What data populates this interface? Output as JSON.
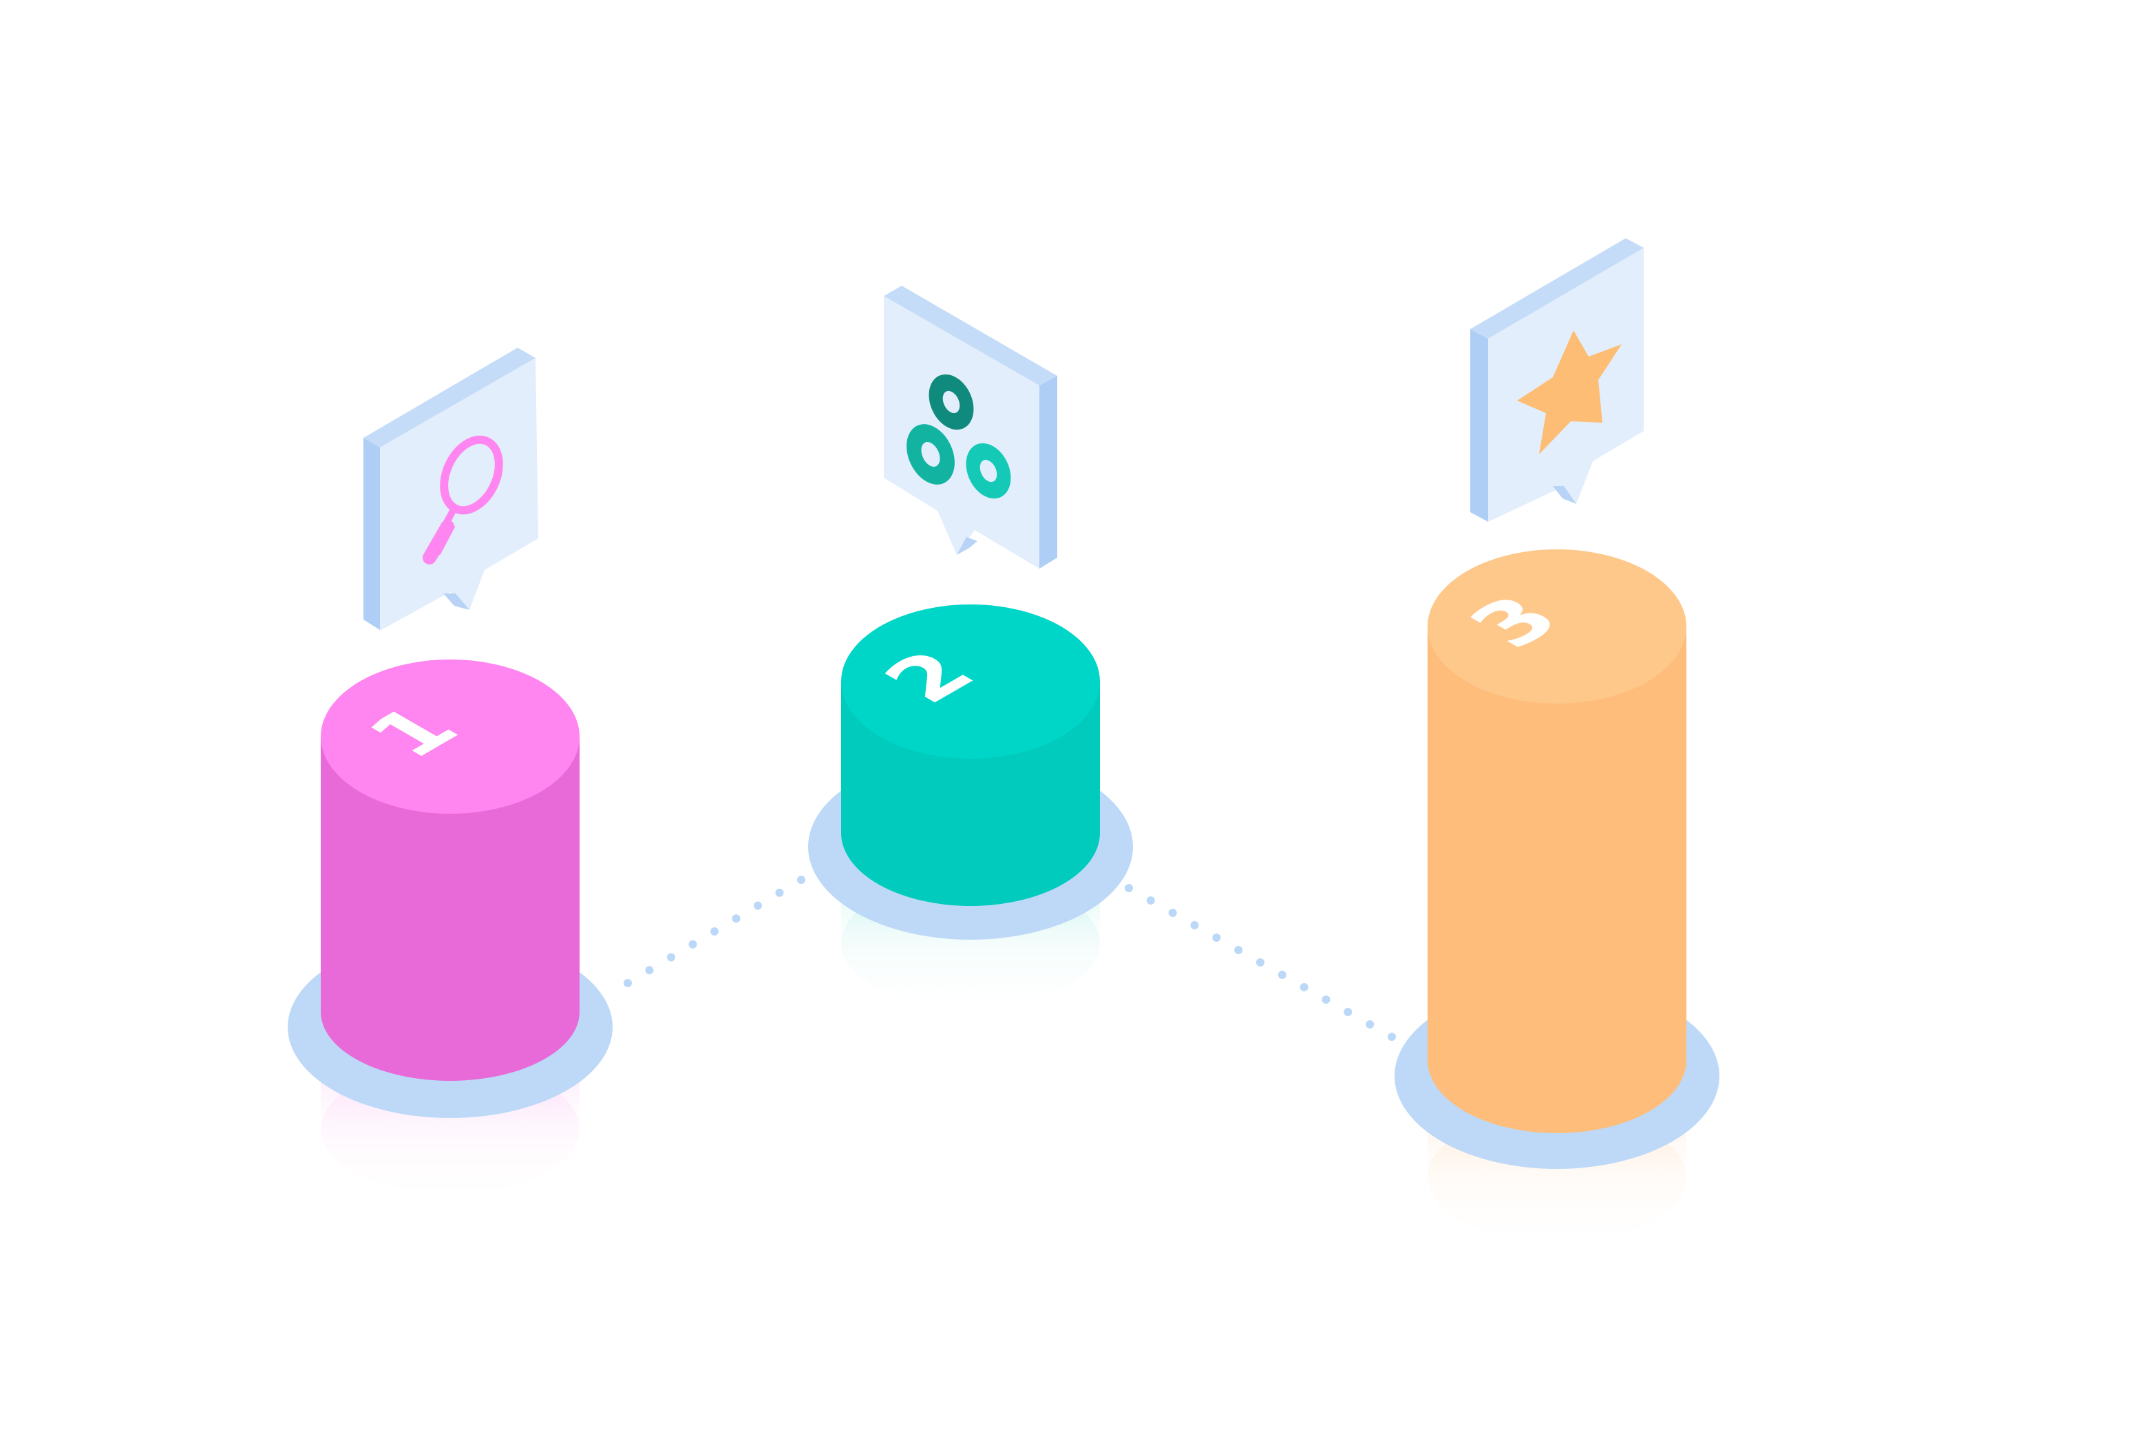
{
  "diagram": {
    "type": "isometric-three-step-process",
    "connector_color": "#bcd8f8",
    "steps": [
      {
        "id": "step-1",
        "number": "1",
        "icon": "magnifying-glass-icon",
        "body_color": "#e86ad9",
        "top_color": "#ff86f0",
        "icon_color": "#ff86f0"
      },
      {
        "id": "step-2",
        "number": "2",
        "icon": "gears-icon",
        "body_color": "#00cbbc",
        "top_color": "#00d6c7",
        "icon_color": "#0f9c8c"
      },
      {
        "id": "step-3",
        "number": "3",
        "icon": "star-icon",
        "body_color": "#febd7a",
        "top_color": "#fec88b",
        "icon_color": "#fdbd75"
      }
    ]
  }
}
